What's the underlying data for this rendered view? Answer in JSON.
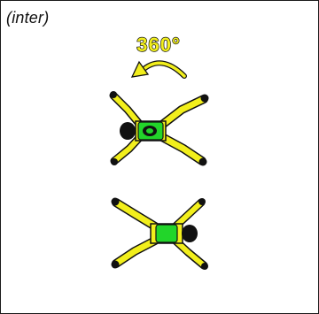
{
  "panel": {
    "tag_text": "(inter)",
    "rotation_label": "360°"
  },
  "colors": {
    "suit": "#f2ef1c",
    "outline": "#111111",
    "torso_green": "#22d52a",
    "helmet": "#111111",
    "label_fill": "#f2ef1c",
    "border": "#1a1a1a"
  },
  "figures": [
    {
      "name": "skydiver-top",
      "orientation": "head-left",
      "rig": "container"
    },
    {
      "name": "skydiver-bottom",
      "orientation": "head-right",
      "rig": "torso"
    }
  ],
  "icons": {
    "rotation_arrow": "curved-arrow-left-icon"
  }
}
